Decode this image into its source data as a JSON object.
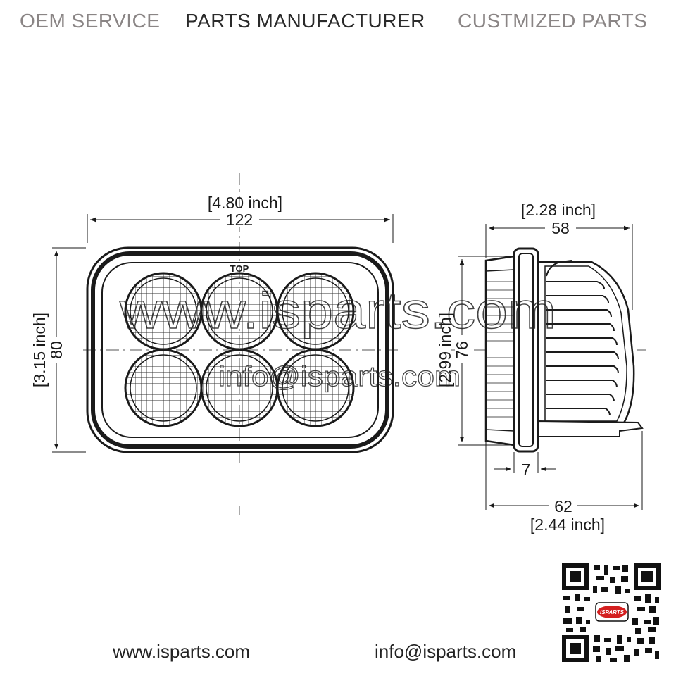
{
  "header": {
    "oem_service": "OEM SERVICE",
    "parts_manufacturer": "PARTS MANUFACTURER",
    "customized_parts": "CUSTMIZED PARTS"
  },
  "front_view": {
    "top_label": "TOP",
    "width_inch": "[4.80 inch]",
    "width_mm": "122",
    "height_inch": "[3.15 inch]",
    "height_mm": "80"
  },
  "side_view": {
    "depth_inch": "[2.28 inch]",
    "depth_mm": "58",
    "height_inch": "[2.99 inch]",
    "height_mm": "76",
    "flange_mm": "7",
    "total_depth_mm": "62",
    "total_depth_inch": "[2.44 inch]"
  },
  "watermark": {
    "site": "www.isparts.com",
    "email": "info@isparts.com"
  },
  "qr": {
    "badge": "ISPARTS"
  },
  "footer": {
    "website": "www.isparts.com",
    "email": "info@isparts.com"
  },
  "colors": {
    "line": "#1a1a1a",
    "banner_gray": "#8a8585",
    "banner_dark": "#2a2a2a",
    "badge_red": "#d42020"
  }
}
